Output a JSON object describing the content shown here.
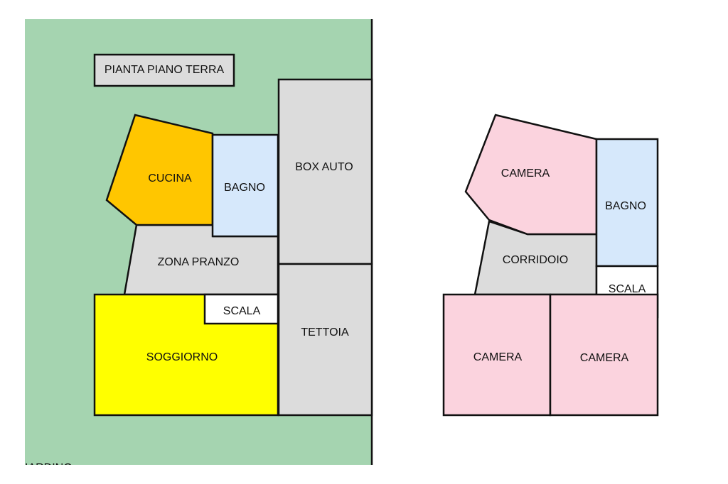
{
  "colors": {
    "garden": "#a5d4b0",
    "kitchen": "#ffc600",
    "bathroom": "#d6e8fb",
    "gray_room": "#dcdcdc",
    "living": "#ffff00",
    "stairs": "#ffffff",
    "bedroom": "#fbd3de"
  },
  "ground_floor": {
    "title": "PIANTA PIANO TERRA",
    "rooms": {
      "cucina": "CUCINA",
      "bagno": "BAGNO",
      "box_auto": "BOX AUTO",
      "zona_pranzo": "ZONA PRANZO",
      "scala": "SCALA",
      "soggiorno": "SOGGIORNO",
      "tettoia": "TETTOIA"
    },
    "garden_label": "IARDINO"
  },
  "first_floor": {
    "rooms": {
      "camera_top": "CAMERA",
      "bagno": "BAGNO",
      "corridoio": "CORRIDOIO",
      "scala": "SCALA",
      "camera_left": "CAMERA",
      "camera_right": "CAMERA"
    }
  }
}
